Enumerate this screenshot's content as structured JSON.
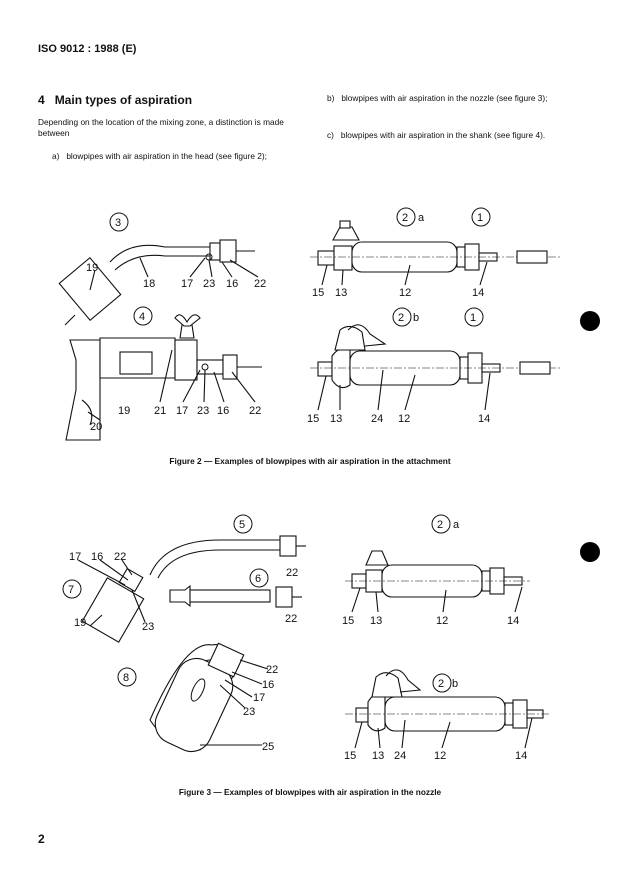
{
  "header": {
    "doc_id": "ISO 9012 : 1988 (E)"
  },
  "section": {
    "number": "4",
    "title": "Main types of aspiration",
    "intro": "Depending on the location of the mixing zone, a distinction is made between",
    "items": [
      {
        "marker": "a)",
        "text": "blowpipes with air aspiration in the head (see figure 2);"
      },
      {
        "marker": "b)",
        "text": "blowpipes with air aspiration in the nozzle (see figure 3);"
      },
      {
        "marker": "c)",
        "text": "blowpipes with air aspiration in the shank (see figure 4)."
      }
    ]
  },
  "figure2": {
    "caption": "Figure 2 — Examples of blowpipes with air aspiration in the attachment",
    "circles": [
      "3",
      "4",
      "2",
      "1",
      "2",
      "1"
    ],
    "suffixes": [
      "a",
      "b"
    ],
    "labels_3": [
      "19",
      "18",
      "17",
      "23",
      "16",
      "22"
    ],
    "labels_4": [
      "19",
      "21",
      "17",
      "23",
      "16",
      "22",
      "20"
    ],
    "labels_2a": [
      "15",
      "13",
      "12",
      "14"
    ],
    "labels_2b": [
      "15",
      "13",
      "24",
      "12",
      "14"
    ]
  },
  "figure3": {
    "caption": "Figure 3 — Examples of blowpipes with air aspiration in the nozzle",
    "circles": [
      "5",
      "6",
      "7",
      "8",
      "2",
      "2"
    ],
    "suffixes": [
      "a",
      "b"
    ],
    "labels_7": [
      "17",
      "16",
      "22",
      "19",
      "23"
    ],
    "labels_5": [
      "22"
    ],
    "labels_6": [
      "22"
    ],
    "labels_8": [
      "22",
      "16",
      "17",
      "23",
      "25"
    ],
    "labels_2a": [
      "15",
      "13",
      "12",
      "14"
    ],
    "labels_2b": [
      "15",
      "13",
      "24",
      "12",
      "14"
    ]
  },
  "page": {
    "number": "2"
  },
  "colors": {
    "text": "#111111",
    "tab_marker": "#000000"
  }
}
